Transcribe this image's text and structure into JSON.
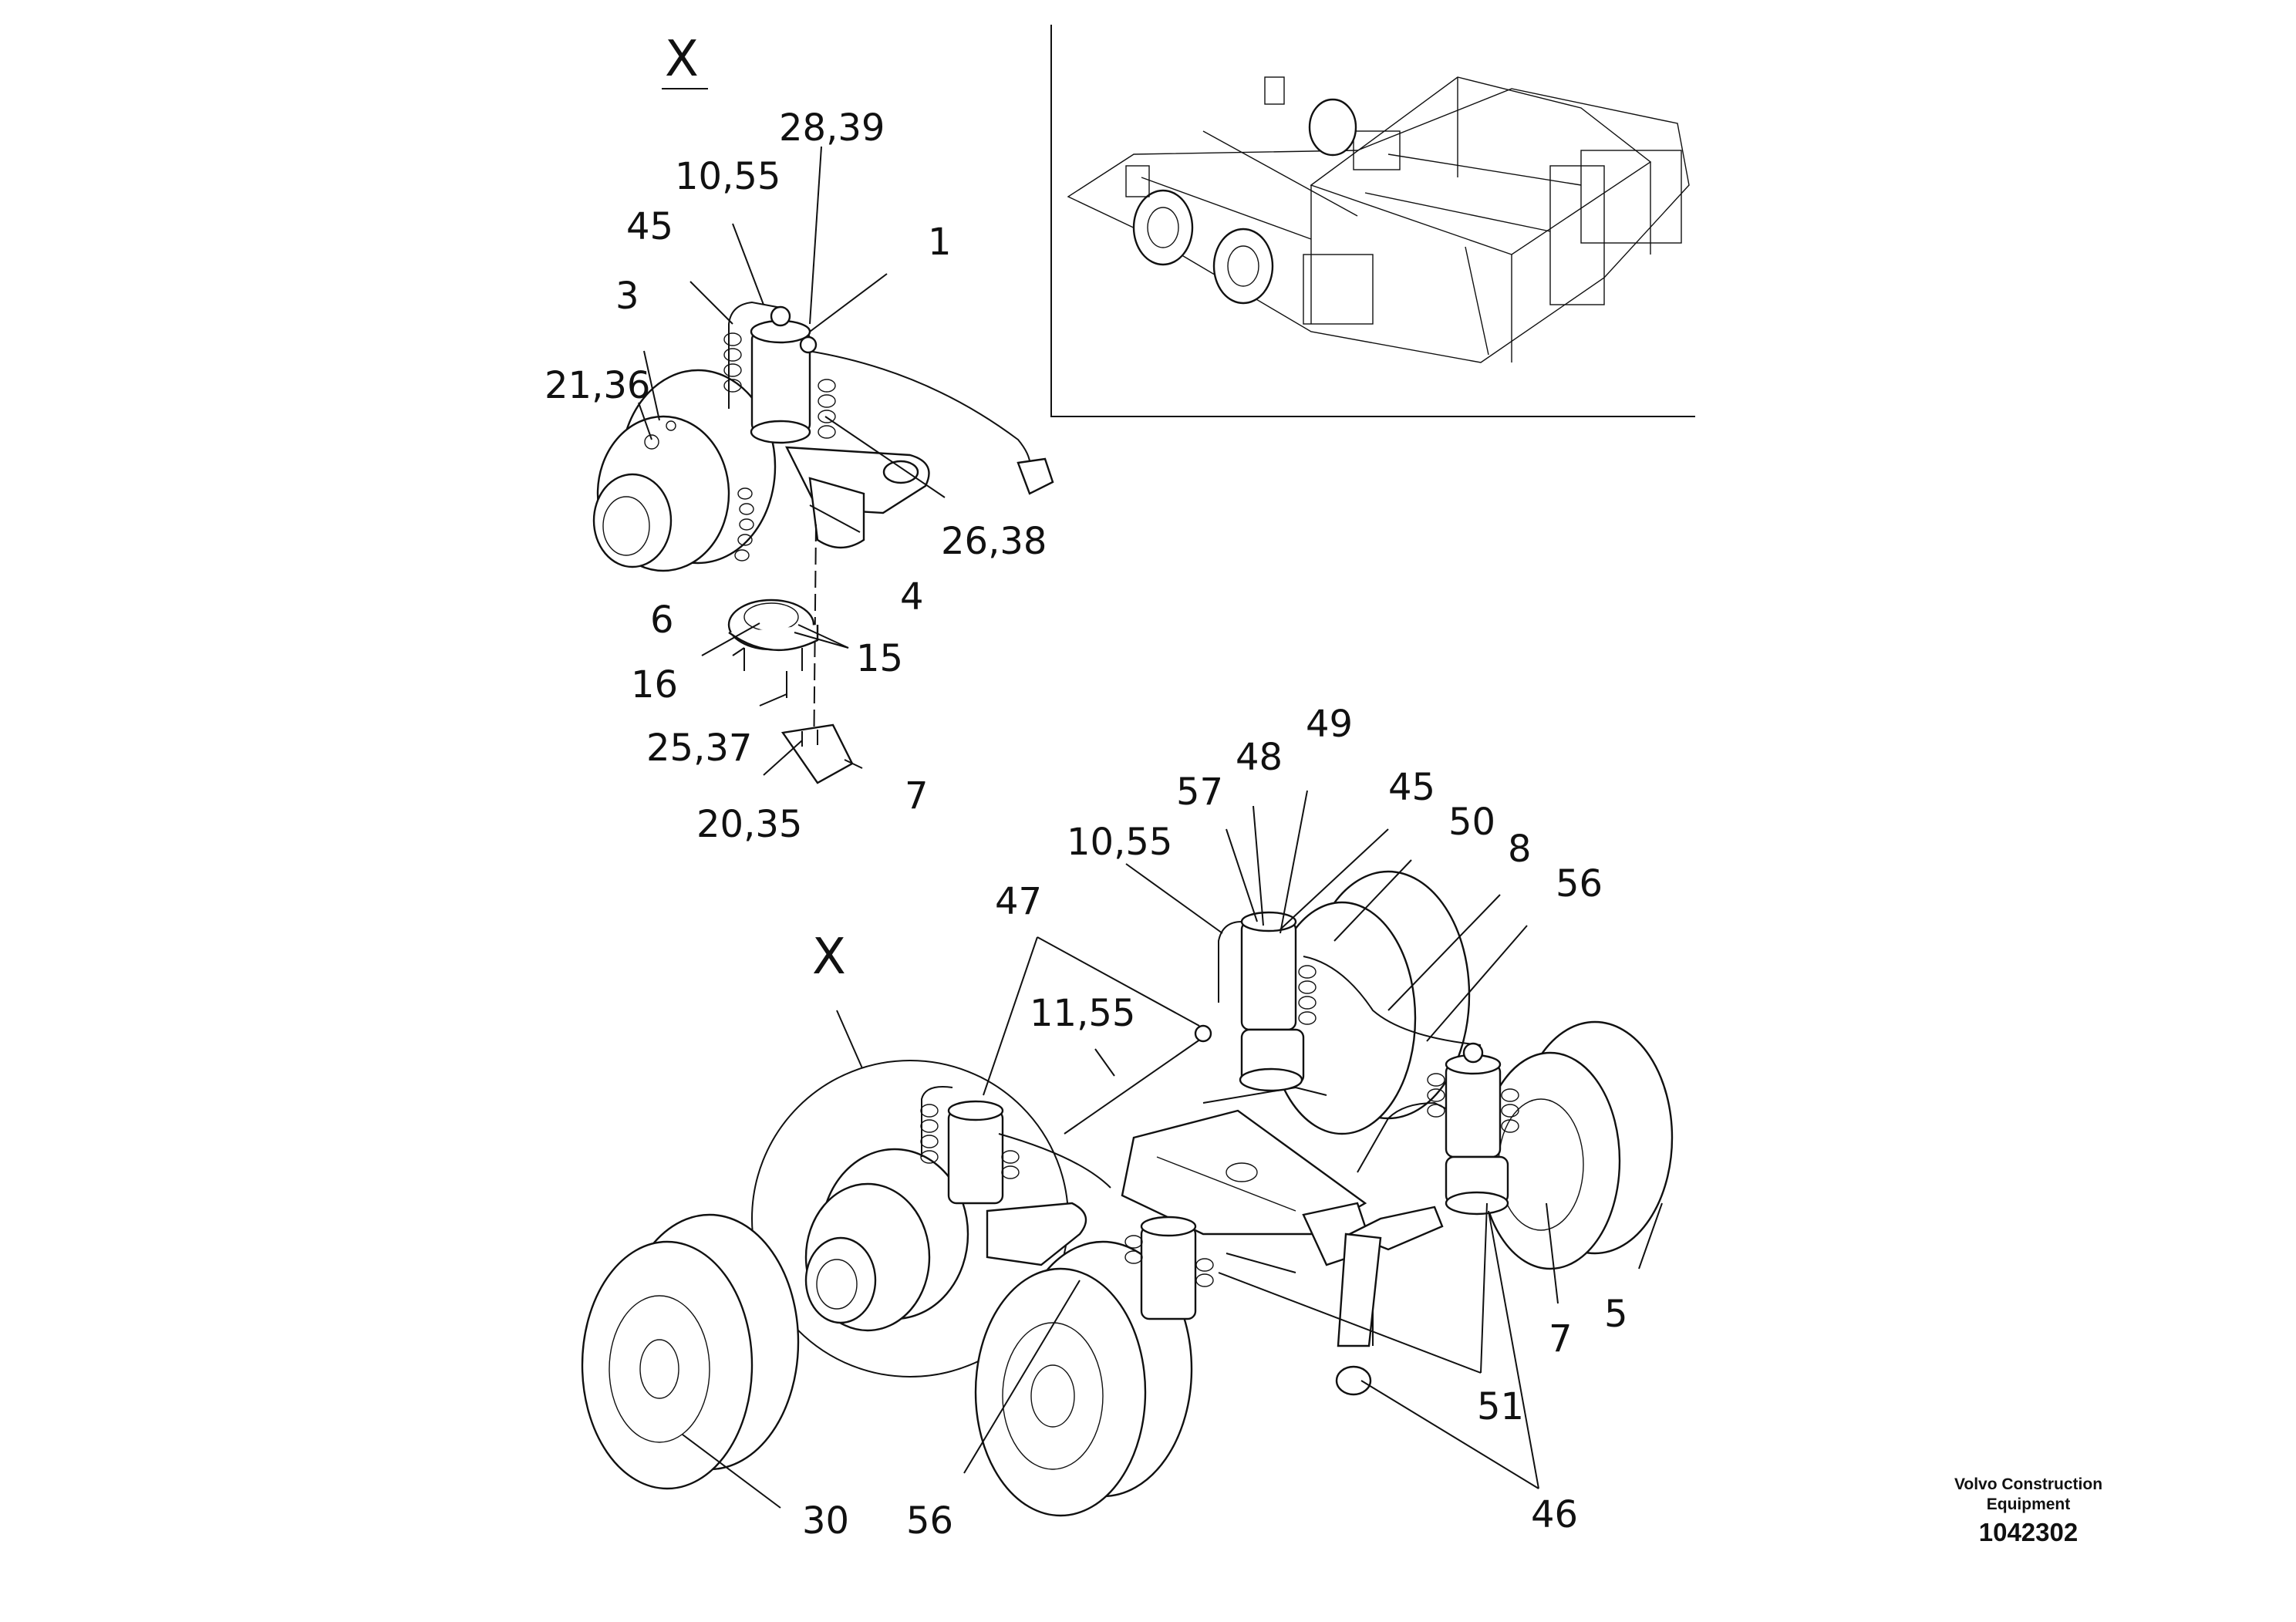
{
  "title_marks": [
    "X",
    "X"
  ],
  "brand": {
    "name_line1": "Volvo Construction",
    "name_line2": "Equipment",
    "doc_id": "1042302"
  },
  "callouts": {
    "detail": [
      "28,39",
      "10,55",
      "45",
      "1",
      "3",
      "21,36",
      "26,38",
      "4",
      "6",
      "15",
      "16",
      "25,37",
      "7",
      "20,35"
    ],
    "main": [
      "49",
      "48",
      "57",
      "45",
      "50",
      "8",
      "10,55",
      "56",
      "47",
      "11,55",
      "7",
      "5",
      "51",
      "46",
      "30",
      "56"
    ]
  }
}
